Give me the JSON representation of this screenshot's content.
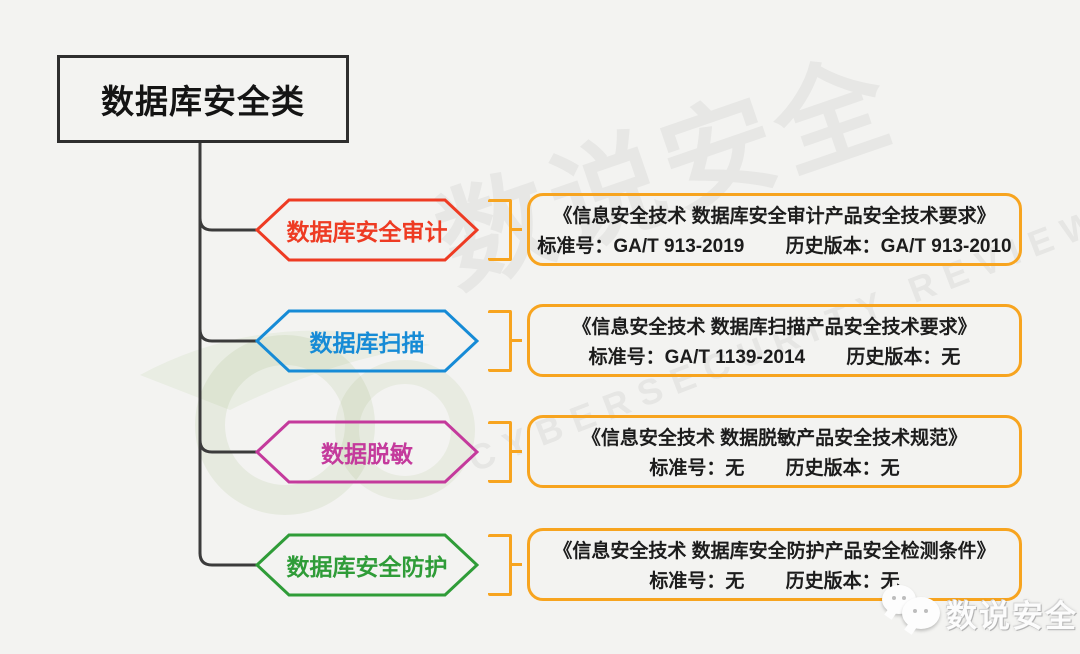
{
  "root": {
    "label": "数据库安全类"
  },
  "branches": [
    {
      "label": "数据库安全审计",
      "color": "#ee3b23",
      "doc_title": "《信息安全技术 数据库安全审计产品安全技术要求》",
      "std": "标准号：GA/T 913-2019",
      "hist": "历史版本：GA/T 913-2010"
    },
    {
      "label": "数据库扫描",
      "color": "#168bd6",
      "doc_title": "《信息安全技术 数据库扫描产品安全技术要求》",
      "std": "标准号：GA/T 1139-2014",
      "hist": "历史版本：无"
    },
    {
      "label": "数据脱敏",
      "color": "#c43a9c",
      "doc_title": "《信息安全技术 数据脱敏产品安全技术规范》",
      "std": "标准号：无",
      "hist": "历史版本：无"
    },
    {
      "label": "数据库安全防护",
      "color": "#2f9c38",
      "doc_title": "《信息安全技术 数据库安全防护产品安全检测条件》",
      "std": "标准号：无",
      "hist": "历史版本：无"
    }
  ],
  "watermark": {
    "title": "数说安全",
    "subtitle": "CYBERSECURITY REVIEWS",
    "logo_icon": "green-rings-leaf-logo"
  },
  "brand": {
    "label": "数说安全",
    "icon": "wechat-chat-bubbles"
  },
  "colors": {
    "background": "#f3f3f1",
    "accent_orange": "#f7a41f",
    "connector": "#3b3b3b",
    "root_border": "#2e2e2e"
  }
}
